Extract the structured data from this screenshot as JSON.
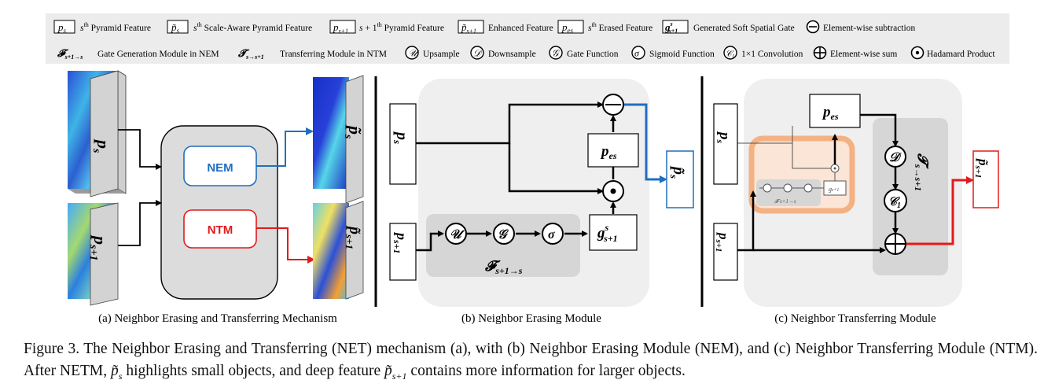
{
  "legend": {
    "row1": [
      {
        "symbol": "p_s",
        "text": "s^th Pyramid Feature"
      },
      {
        "symbol": "p̃_s",
        "text": "s^th Scale-Aware Pyramid Feature"
      },
      {
        "symbol": "p_{s+1}",
        "text": "s + 1^th Pyramid Feature"
      },
      {
        "symbol": "p̃_{s+1}",
        "text": "Enhanced Feature"
      },
      {
        "symbol": "p_es",
        "text": "s^th Erased Feature"
      },
      {
        "symbol": "g^s_{s+1}",
        "text": "Generated Soft Spatial Gate"
      },
      {
        "symbol": "⊖",
        "text": "Element-wise subtraction"
      }
    ],
    "row2": [
      {
        "symbol": "F_{s+1→s}",
        "text": "Gate Generation Module in NEM"
      },
      {
        "symbol": "T_{s→s+1}",
        "text": "Transferring Module in NTM"
      },
      {
        "symbol": "U",
        "text": "Upsample"
      },
      {
        "symbol": "D",
        "text": "Downsample"
      },
      {
        "symbol": "G",
        "text": "Gate Function"
      },
      {
        "symbol": "σ",
        "text": "Sigmoid Function"
      },
      {
        "symbol": "C1",
        "text": "1×1 Convolution"
      },
      {
        "symbol": "⊕",
        "text": "Element-wise sum"
      },
      {
        "symbol": "⊙",
        "text": "Hadamard Product"
      }
    ],
    "t": {
      "pyramid": "Pyramid Feature",
      "scale_aware": "Scale-Aware Pyramid Feature",
      "s1_pyramid": "Pyramid Feature",
      "enhanced": "Enhanced Feature",
      "erased": "Erased Feature",
      "gate": "Generated Soft Spatial Gate",
      "sub": "Element-wise subtraction",
      "ggm": "Gate Generation Module in NEM",
      "tm": "Transferring Module in NTM",
      "up": "Upsample",
      "down": "Downsample",
      "gf": "Gate Function",
      "sig": "Sigmoid Function",
      "conv": "1×1 Convolution",
      "sum": "Element-wise sum",
      "had": "Hadamard Product"
    }
  },
  "panel_a": {
    "nem": "NEM",
    "ntm": "NTM",
    "caption": "(a) Neighbor Erasing and Transferring Mechanism"
  },
  "panel_b": {
    "caption": "(b) Neighbor Erasing Module"
  },
  "panel_c": {
    "caption": "(c) Neighbor Transferring Module"
  },
  "figure_caption": {
    "prefix": "Figure 3. The Neighbor Erasing and Transferring (NET) mechanism (a), with (b) Neighbor Erasing Module (NEM), and (c) Neighbor Transferring Module (NTM). After NETM,",
    "middle": "highlights small objects, and deep feature",
    "suffix": "contains more information for larger objects."
  },
  "colors": {
    "blue": "#1f6fbf",
    "red": "#e21b1b",
    "panel_gray": "#efefef",
    "module_gray": "#d6d6d6",
    "orange": "#f4b183"
  }
}
